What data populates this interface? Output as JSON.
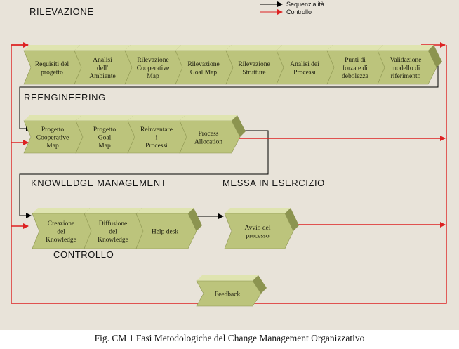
{
  "legend": {
    "sequence": "Sequenzialità",
    "control": "Controllo"
  },
  "sections": {
    "rilevazione": "RILEVAZIONE",
    "reengineering": "REENGINEERING",
    "knowledge_management": "KNOWLEDGE MANAGEMENT",
    "messa_in_esercizio": "MESSA IN ESERCIZIO",
    "controllo": "CONTROLLO"
  },
  "rilevazione_steps": [
    [
      "Requisiti del",
      "progetto"
    ],
    [
      "Analisi",
      "dell'",
      "Ambiente"
    ],
    [
      "Rilevazione",
      "Cooperative",
      "Map"
    ],
    [
      "Rilevazione",
      "Goal Map"
    ],
    [
      "Rilevazione",
      "Strutture"
    ],
    [
      "Analisi dei",
      "Processi"
    ],
    [
      "Punti di",
      "forza e di",
      "debolezza"
    ],
    [
      "Validazione",
      "modello di",
      "riferimento"
    ]
  ],
  "reengineering_steps": [
    [
      "Progetto",
      "Cooperative",
      "Map"
    ],
    [
      "Progetto",
      "Goal",
      "Map"
    ],
    [
      "Reinventare",
      "i",
      "Processi"
    ],
    [
      "Process",
      "Allocation"
    ]
  ],
  "knowledge_steps": [
    [
      "Creazione",
      "del",
      "Knowledge"
    ],
    [
      "Diffusione",
      "del",
      "Knowledge"
    ],
    [
      "Help desk"
    ]
  ],
  "esercizio_steps": [
    [
      "Avvio del",
      "processo"
    ]
  ],
  "controllo_steps": [
    [
      "Feedback"
    ]
  ],
  "colors": {
    "background": "#e8e3d9",
    "chevron_front": "#bcc47c",
    "chevron_top": "#dfe4b0",
    "chevron_side": "#8c9450",
    "sequence_arrow": "#000000",
    "control_arrow": "#dd2222"
  },
  "caption": "Fig. CM 1 Fasi Metodologiche del Change Management Organizzativo"
}
